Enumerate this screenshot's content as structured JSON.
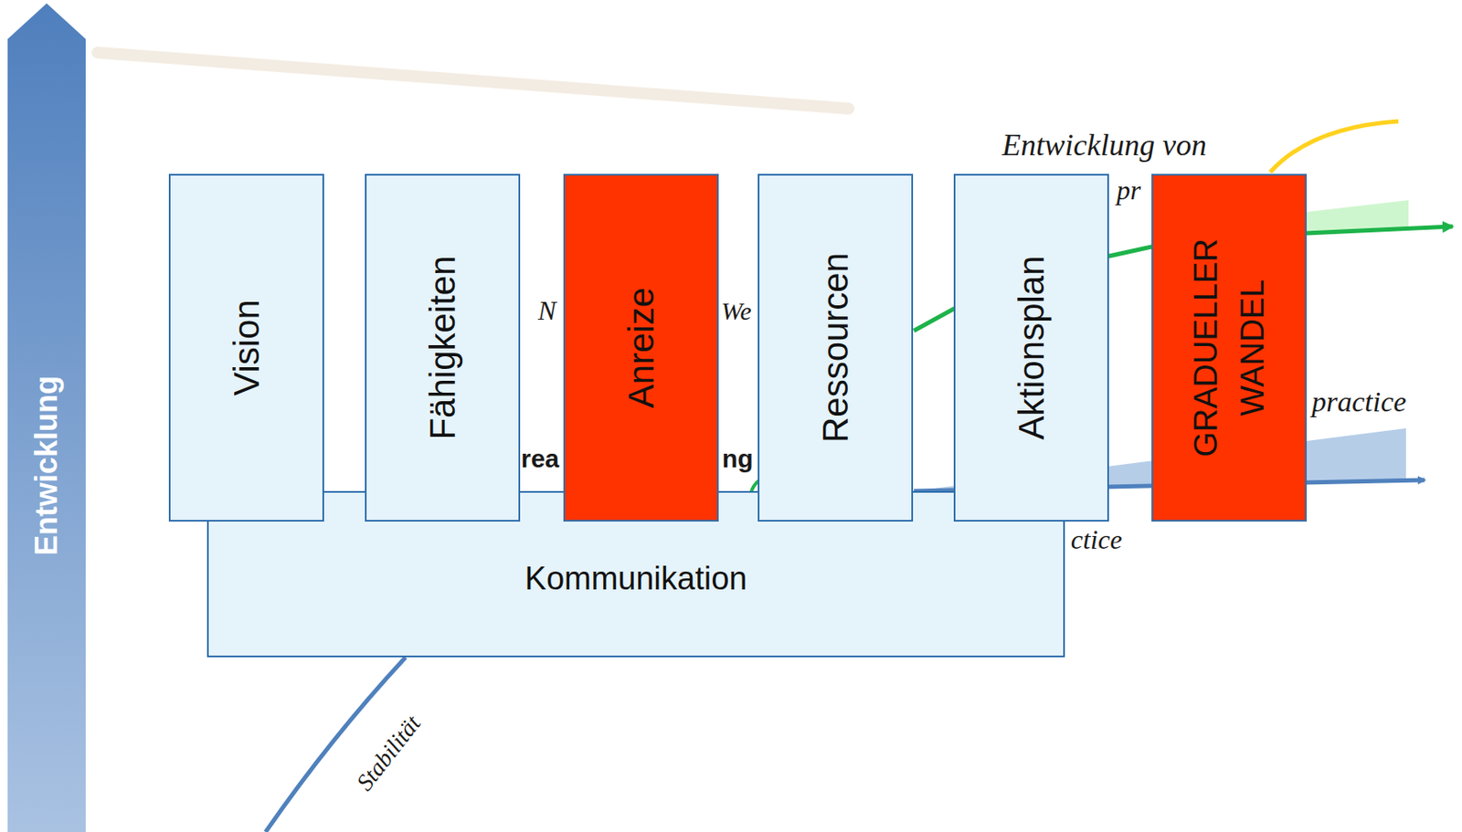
{
  "diagram": {
    "nodes": [
      {
        "text": [
          "Entwicklung"
        ]
      },
      {
        "text": [
          "Vision"
        ]
      },
      {
        "text": [
          "Fähigkeiten"
        ]
      },
      {
        "text": [
          "Anreize"
        ]
      },
      {
        "text": [
          "Ressourcen"
        ]
      },
      {
        "text": [
          "Aktionsplan"
        ]
      },
      {
        "text": [
          "GRADUELLER WANDEL"
        ]
      },
      {
        "text": [
          "Kommunikation"
        ]
      }
    ],
    "labels": [
      "Entwicklung von",
      "pr",
      "N",
      "We",
      "rea",
      "ng",
      "practice",
      "ctice",
      "Stabilität"
    ]
  }
}
